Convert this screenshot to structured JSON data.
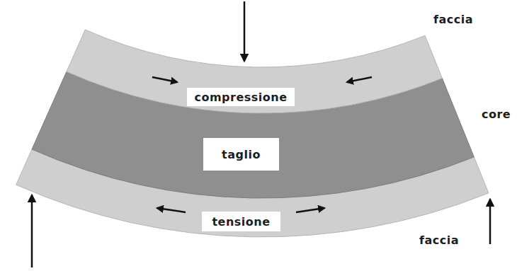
{
  "diagram": {
    "nodes": [
      {
        "text": [
          "compressione"
        ]
      },
      {
        "text": [
          "taglio"
        ]
      },
      {
        "text": [
          "tensione"
        ]
      }
    ],
    "labels": [
      "faccia",
      "core",
      "faccia"
    ]
  }
}
